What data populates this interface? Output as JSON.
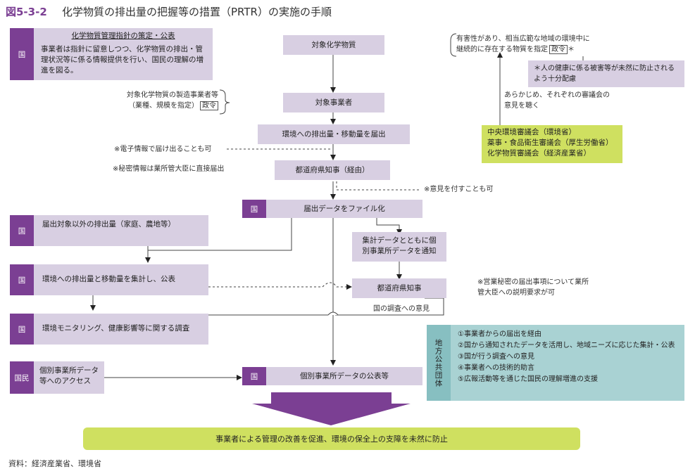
{
  "title": {
    "fig": "図5-3-2",
    "text": "化学物質の排出量の把握等の措置（PRTR）の実施の手順"
  },
  "tag_kuni": "国",
  "tag_kokumin": "国民",
  "left_top": {
    "heading": "化学物質管理指針の策定・公表",
    "body": "事業者は指針に留意しつつ、化学物質の排出・管理状況等に係る情報提供を行い、国民の理解の増進を図る。"
  },
  "flow": {
    "substance": "対象化学物質",
    "operators": "対象事業者",
    "report": "環境への排出量・移動量を届出",
    "prefecture": "都道府県知事（経由）",
    "file": "届出データをファイル化",
    "publish": "個別事業所データの公表等",
    "goal": "事業者による管理の改善を促進、環境の保全上の支障を未然に防止"
  },
  "operators_note": {
    "line1": "対象化学物質の製造事業者等",
    "line2": "（業種、規模を指定）",
    "stamp": "政令"
  },
  "notes": {
    "electronic": "※電子情報で届け出ることも可",
    "confidential": "※秘密情報は業所管大臣に直接届出",
    "opinion": "※意見を付すことも可",
    "trade_secret": "※営業秘密の届出事項について業所管大臣への説明要求が可"
  },
  "left_boxes": {
    "non_reported": "届出対象以外の排出量（家庭、農地等）",
    "aggregate": "環境への排出量と移動量を集計し、公表",
    "monitoring": "環境モニタリング、健康影響等に関する調査",
    "access": "個別事業所データ等へのアクセス"
  },
  "right_mid": {
    "notify": "集計データとともに個別事業所データを通知",
    "prefecture": "都道府県知事",
    "survey": "国の調査への意見"
  },
  "top_right": {
    "designation_line1": "有害性があり、相当広範な地域の環境中に",
    "designation_line2": "継続的に存在する物質を指定",
    "stamp": "政令",
    "asterisk": "＊",
    "health": "＊人の健康に係る被害等が未然に防止されるよう十分配慮",
    "councils_intro": "あらかじめ、それぞれの審議会の意見を聴く",
    "councils": [
      "中央環境審議会（環境省）",
      "薬事・食品衛生審議会（厚生労働省）",
      "化学物質審議会（経済産業省）"
    ]
  },
  "local_gov": {
    "label": "地方公共団体",
    "items": [
      "①事業者からの届出を経由",
      "②国から通知されたデータを活用し、地域ニーズに応じた集計・公表",
      "③国が行う調査への意見",
      "④事業者への技術的助言",
      "⑤広報活動等を通じた国民の理解増進の支援"
    ]
  },
  "source": "資料：経済産業省、環境省",
  "colors": {
    "purple": "#7b3f93",
    "lavender": "#d8cfe2",
    "green": "#cfe060",
    "teal": "#a9d2d3"
  }
}
